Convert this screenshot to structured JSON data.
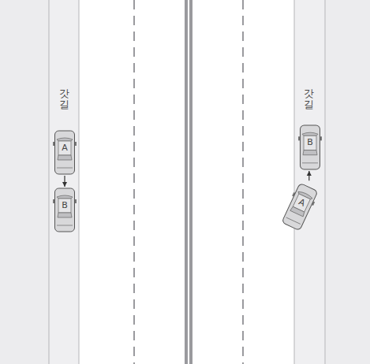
{
  "diagram": {
    "nodes": [
      {
        "text": [
          "A"
        ]
      },
      {
        "text": [
          "B"
        ]
      },
      {
        "text": [
          "B"
        ]
      },
      {
        "text": [
          "A"
        ]
      }
    ],
    "edges": [
      {
        "from": 0,
        "to": 1,
        "arrow": "to"
      },
      {
        "from": 3,
        "to": 2,
        "arrow": "to"
      }
    ],
    "labels": [
      "갓길",
      "갓길"
    ]
  }
}
